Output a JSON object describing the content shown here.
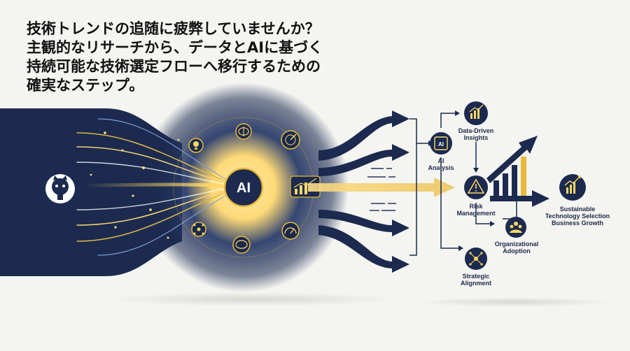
{
  "headline": {
    "line1": "技術トレンドの追随に疲弊していませんか？",
    "line2": "主観的なリサーチから、データとAIに基づく",
    "line3": "持続可能な技術選定フローへ移行するための",
    "line4": "確実なステップ。"
  },
  "hub": {
    "label": "AI"
  },
  "nodes": {
    "ai_chip": {
      "text": "AI"
    },
    "ai_analysis": {
      "line1": "AI",
      "line2": "Analysis"
    },
    "data_driven": {
      "line1": "Data-Driven",
      "line2": "Insights"
    },
    "risk": {
      "line1": "Risk",
      "line2": "Management"
    },
    "org": {
      "line1": "Organizational",
      "line2": "Adoption"
    },
    "strategic": {
      "line1": "Strategic",
      "line2": "Alignment"
    },
    "sustainable": {
      "line1": "Sustainable",
      "line2": "Technology Selection",
      "line3": "Business Growth"
    }
  },
  "icons": {
    "source": "github-octocat-icon",
    "hub_left": [
      "lightbulb-icon",
      "brain-circuit-icon",
      "network-icon",
      "brain-icon"
    ],
    "hub_right": [
      "radar-icon",
      "bar-chart-icon",
      "gauge-icon"
    ],
    "flow": [
      "ai-chip-icon",
      "bar-chart-icon",
      "warning-icon",
      "people-icon",
      "network-icon",
      "growth-chart-icon"
    ]
  },
  "colors": {
    "navy": "#1b2a4e",
    "gold": "#e8b93a",
    "glow": "#ffd865",
    "background": "#f4f4f1"
  }
}
